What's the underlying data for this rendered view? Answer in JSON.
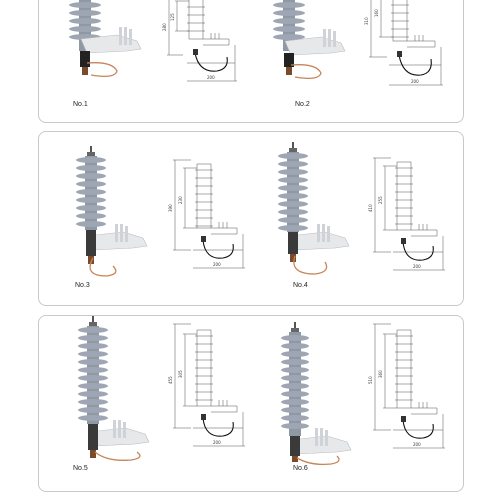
{
  "panels": [
    {
      "items": [
        {
          "label": "No.1",
          "height_dim": "280",
          "inner_dim": "125",
          "width_dim": "200"
        },
        {
          "label": "No.2",
          "height_dim": "310",
          "inner_dim": "160",
          "width_dim": "200"
        }
      ]
    },
    {
      "items": [
        {
          "label": "No.3",
          "height_dim": "390",
          "inner_dim": "230",
          "width_dim": "200"
        },
        {
          "label": "No.4",
          "height_dim": "410",
          "inner_dim": "255",
          "width_dim": "200"
        }
      ]
    },
    {
      "items": [
        {
          "label": "No.5",
          "height_dim": "455",
          "inner_dim": "305",
          "width_dim": "200"
        },
        {
          "label": "No.6",
          "height_dim": "510",
          "inner_dim": "360",
          "width_dim": "200"
        }
      ]
    }
  ],
  "colors": {
    "insulator": "#9ea6b3",
    "bracket": "#e6e8ea",
    "cable": "#c8845a",
    "panel_border": "#c9c9c9"
  }
}
